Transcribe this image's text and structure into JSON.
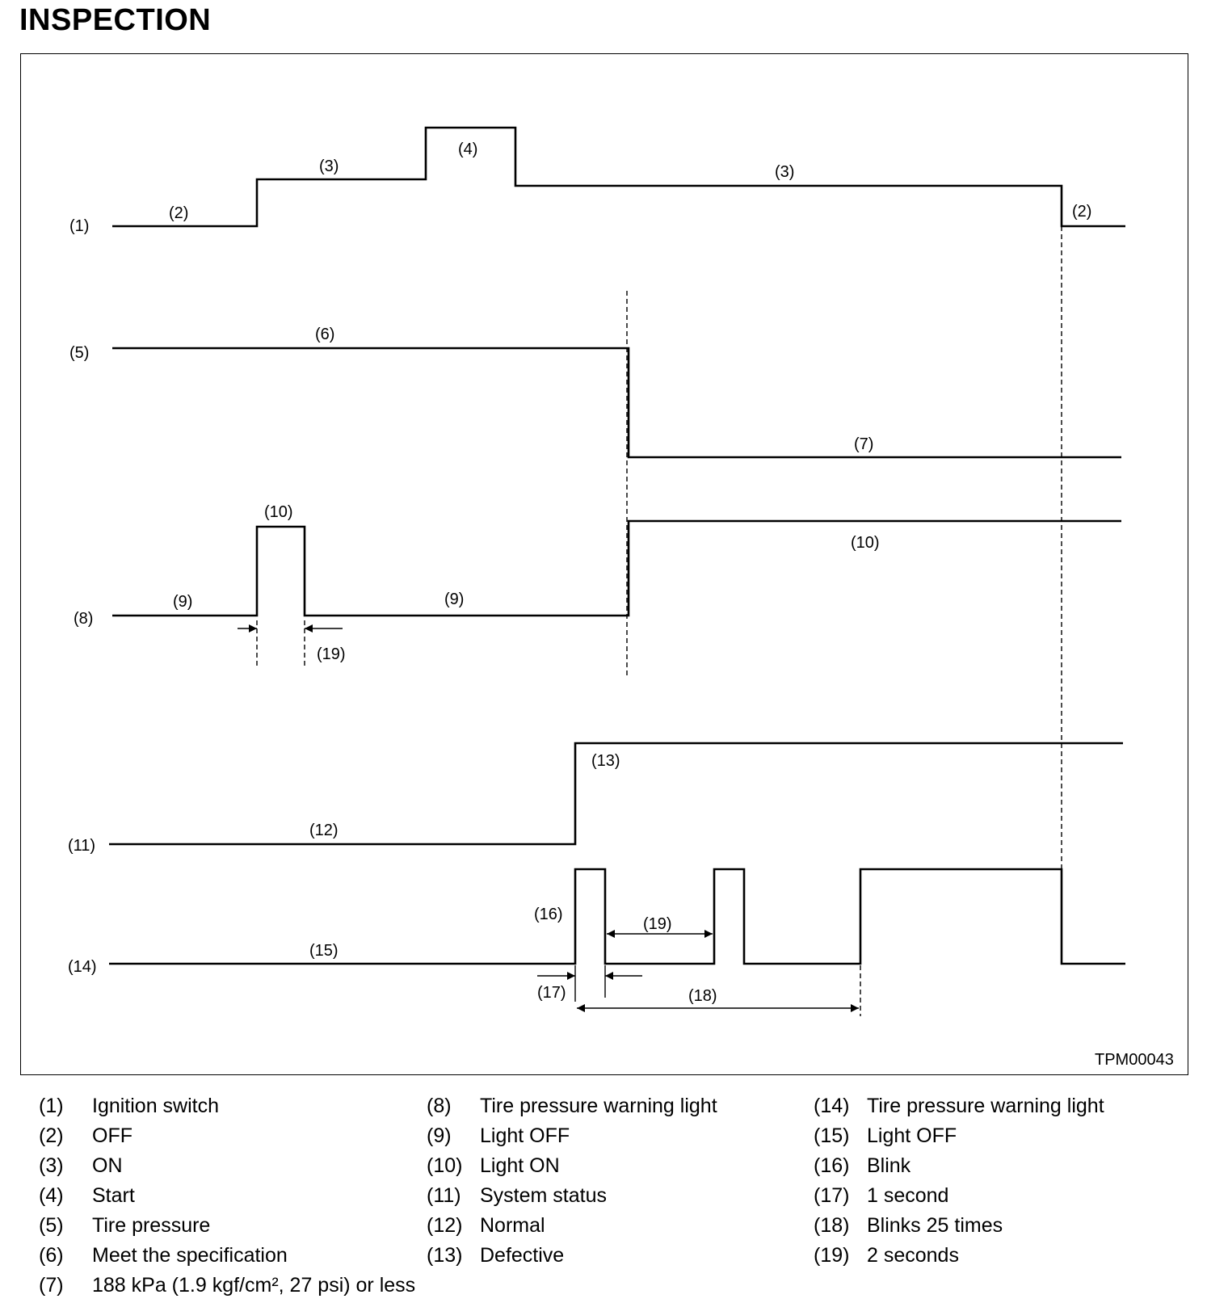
{
  "title": "INSPECTION",
  "figure_code": "TPM00043",
  "labels": {
    "l1": "(1)",
    "l2": "(2)",
    "l3": "(3)",
    "l4": "(4)",
    "l5": "(5)",
    "l6": "(6)",
    "l7": "(7)",
    "l8": "(8)",
    "l9": "(9)",
    "l10": "(10)",
    "l11": "(11)",
    "l12": "(12)",
    "l13": "(13)",
    "l14": "(14)",
    "l15": "(15)",
    "l16": "(16)",
    "l17": "(17)",
    "l18": "(18)",
    "l19": "(19)"
  },
  "legend": {
    "col1": [
      {
        "num": "(1)",
        "text": "Ignition switch"
      },
      {
        "num": "(2)",
        "text": "OFF"
      },
      {
        "num": "(3)",
        "text": "ON"
      },
      {
        "num": "(4)",
        "text": "Start"
      },
      {
        "num": "(5)",
        "text": "Tire pressure"
      },
      {
        "num": "(6)",
        "text": "Meet the specification"
      },
      {
        "num": "(7)",
        "text": "188 kPa (1.9 kgf/cm², 27 psi) or less"
      }
    ],
    "col2": [
      {
        "num": "(8)",
        "text": "Tire pressure warning light"
      },
      {
        "num": "(9)",
        "text": "Light OFF"
      },
      {
        "num": "(10)",
        "text": "Light ON"
      },
      {
        "num": "(11)",
        "text": "System status"
      },
      {
        "num": "(12)",
        "text": "Normal"
      },
      {
        "num": "(13)",
        "text": "Defective"
      }
    ],
    "col3": [
      {
        "num": "(14)",
        "text": "Tire pressure warning light"
      },
      {
        "num": "(15)",
        "text": "Light OFF"
      },
      {
        "num": "(16)",
        "text": "Blink"
      },
      {
        "num": "(17)",
        "text": "1 second"
      },
      {
        "num": "(18)",
        "text": "Blinks 25 times"
      },
      {
        "num": "(19)",
        "text": "2 seconds"
      }
    ]
  }
}
